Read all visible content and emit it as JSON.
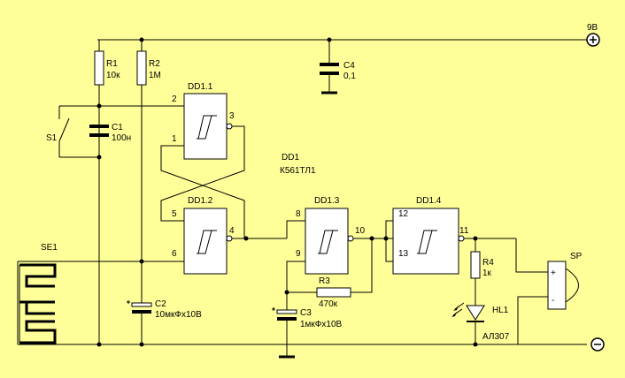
{
  "power": {
    "positive_label": "9В",
    "plus_sign": "+",
    "minus_sign": "−"
  },
  "ic": {
    "ref": "DD1",
    "part": "К561ТЛ1"
  },
  "gates": [
    {
      "ref": "DD1.1",
      "pins": [
        "2",
        "1",
        "3"
      ]
    },
    {
      "ref": "DD1.2",
      "pins": [
        "5",
        "6",
        "4"
      ]
    },
    {
      "ref": "DD1.3",
      "pins": [
        "8",
        "9",
        "10"
      ]
    },
    {
      "ref": "DD1.4",
      "pins": [
        "12",
        "13",
        "11"
      ]
    }
  ],
  "components": {
    "r1": {
      "ref": "R1",
      "value": "10к"
    },
    "r2": {
      "ref": "R2",
      "value": "1М"
    },
    "r3": {
      "ref": "R3",
      "value": "470к"
    },
    "r4": {
      "ref": "R4",
      "value": "1к"
    },
    "c1": {
      "ref": "C1",
      "value": "100н"
    },
    "c2": {
      "ref": "C2",
      "value": "10мкФх10В"
    },
    "c3": {
      "ref": "C3",
      "value": "1мкФх10В"
    },
    "c4": {
      "ref": "C4",
      "value": "0,1"
    },
    "s1": {
      "ref": "S1"
    },
    "se1": {
      "ref": "SE1"
    },
    "hl1": {
      "ref": "HL1",
      "value": "АЛ307"
    },
    "sp": {
      "ref": "SP",
      "plus": "+",
      "minus": "-"
    }
  }
}
